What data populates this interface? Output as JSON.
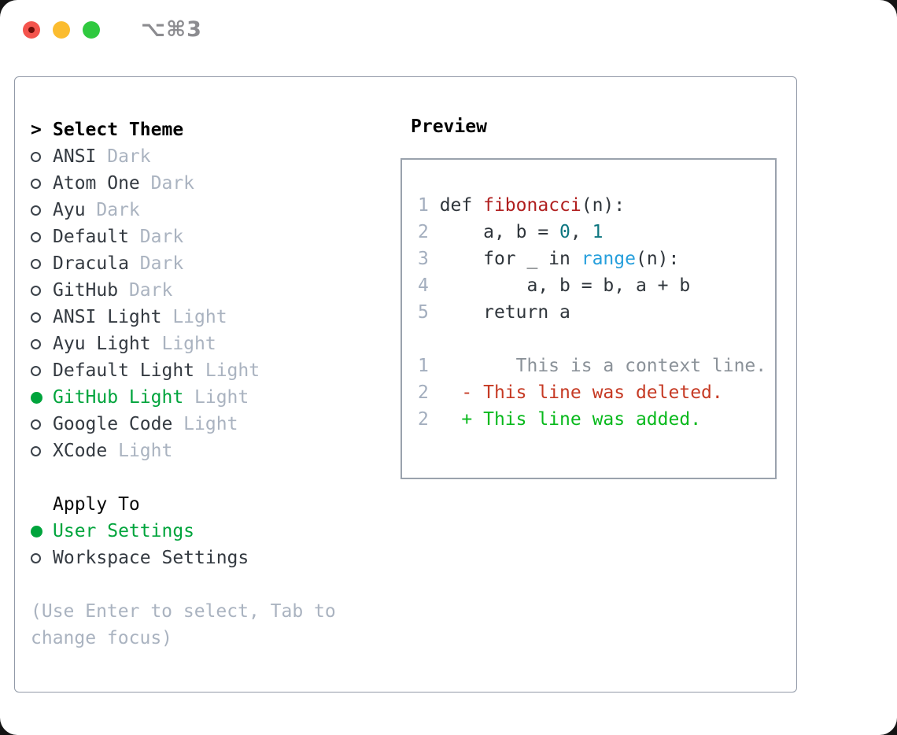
{
  "window": {
    "shortcut_title": "⌥⌘3",
    "traffic_lights": [
      "close",
      "minimize",
      "zoom"
    ]
  },
  "colors": {
    "accent_green": "#00a43c",
    "panel_border": "#929aa8",
    "item_text": "#343a41",
    "muted_text": "#aab3c0",
    "diff_red": "#c63a24",
    "diff_green": "#08b91c",
    "function_red": "#b01f1f",
    "number_teal": "#0d7680",
    "call_blue": "#269fdc"
  },
  "theme_picker": {
    "header": {
      "prompt": ">",
      "label": "Select Theme"
    },
    "themes": [
      {
        "name": "ANSI",
        "variant": "Dark",
        "selected": false
      },
      {
        "name": "Atom One",
        "variant": "Dark",
        "selected": false
      },
      {
        "name": "Ayu",
        "variant": "Dark",
        "selected": false
      },
      {
        "name": "Default",
        "variant": "Dark",
        "selected": false
      },
      {
        "name": "Dracula",
        "variant": "Dark",
        "selected": false
      },
      {
        "name": "GitHub",
        "variant": "Dark",
        "selected": false
      },
      {
        "name": "ANSI Light",
        "variant": "Light",
        "selected": false
      },
      {
        "name": "Ayu Light",
        "variant": "Light",
        "selected": false
      },
      {
        "name": "Default Light",
        "variant": "Light",
        "selected": false
      },
      {
        "name": "GitHub Light",
        "variant": "Light",
        "selected": true
      },
      {
        "name": "Google Code",
        "variant": "Light",
        "selected": false
      },
      {
        "name": "XCode",
        "variant": "Light",
        "selected": false
      }
    ],
    "apply_to": {
      "label": "Apply To",
      "options": [
        {
          "name": "User Settings",
          "selected": true
        },
        {
          "name": "Workspace Settings",
          "selected": false
        }
      ]
    },
    "hint": "(Use Enter to select, Tab to change focus)"
  },
  "preview": {
    "label": "Preview",
    "lines": [
      [
        {
          "t": "1",
          "c": "ln"
        },
        {
          "t": " def ",
          "c": "pl"
        },
        {
          "t": "fibonacci",
          "c": "fn"
        },
        {
          "t": "(n):",
          "c": "pl"
        }
      ],
      [
        {
          "t": "2",
          "c": "ln"
        },
        {
          "t": "     a, b = ",
          "c": "pl"
        },
        {
          "t": "0",
          "c": "num"
        },
        {
          "t": ", ",
          "c": "pl"
        },
        {
          "t": "1",
          "c": "num"
        }
      ],
      [
        {
          "t": "3",
          "c": "ln"
        },
        {
          "t": "     for _ in ",
          "c": "pl"
        },
        {
          "t": "range",
          "c": "call"
        },
        {
          "t": "(n):",
          "c": "pl"
        }
      ],
      [
        {
          "t": "4",
          "c": "ln"
        },
        {
          "t": "         a, b = b, a + b",
          "c": "pl"
        }
      ],
      [
        {
          "t": "5",
          "c": "ln"
        },
        {
          "t": "     return a",
          "c": "pl"
        }
      ],
      [],
      [
        {
          "t": "1",
          "c": "ln"
        },
        {
          "t": "        This is a context line.",
          "c": "ctx"
        }
      ],
      [
        {
          "t": "2",
          "c": "ln"
        },
        {
          "t": "   ",
          "c": "pl"
        },
        {
          "t": "- This line was deleted.",
          "c": "del"
        }
      ],
      [
        {
          "t": "2",
          "c": "ln"
        },
        {
          "t": "   ",
          "c": "pl"
        },
        {
          "t": "+ This line was added.",
          "c": "add"
        }
      ]
    ]
  }
}
